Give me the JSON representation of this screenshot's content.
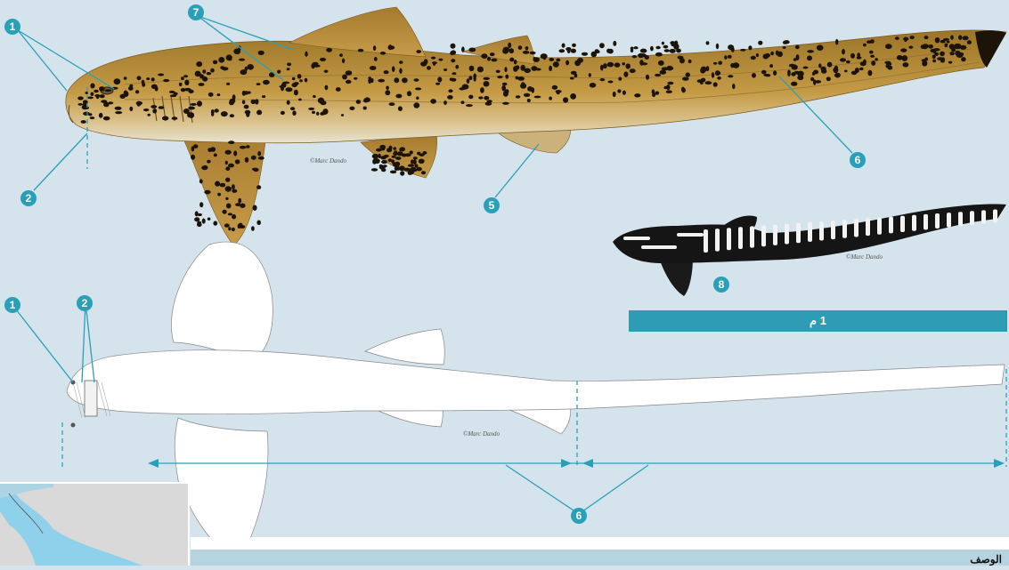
{
  "colors": {
    "background": "#d4e3ec",
    "accent": "#2e9cb5",
    "callout": "#2aa0b8",
    "shark_body": "#b08838",
    "spots": "#1c1408",
    "map_water": "#8fd0ea",
    "map_land": "#d9d9d9"
  },
  "callouts": {
    "c1_top": "1",
    "c2_top": "2",
    "c5": "5",
    "c6_top": "6",
    "c7": "7",
    "c8": "8",
    "c1_bottom": "1",
    "c2_bottom": "2",
    "c6_bottom": "6"
  },
  "credits": {
    "top": "©Marc Dando",
    "bottom": "©Marc Dando",
    "juvenile": "©Marc Dando"
  },
  "scale_bar": {
    "label": "1 م"
  },
  "footer": {
    "text": "الوصف"
  }
}
